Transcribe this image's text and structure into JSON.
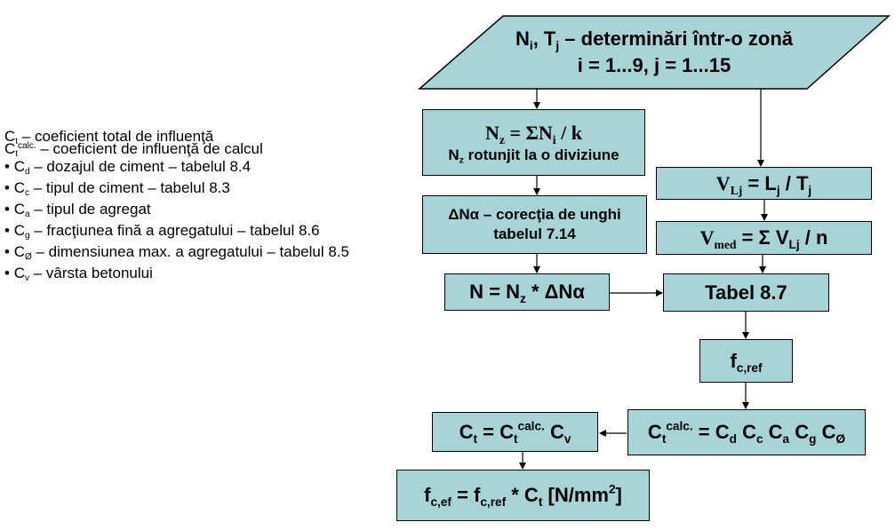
{
  "legend": {
    "ct": {
      "sym": "C",
      "sub": "t",
      "text": " – coeficient total de influenţă"
    },
    "ctcalc": {
      "sym": "C",
      "sub": "t",
      "sup": "calc.",
      "text": " – coeficient de influenţă de calcul"
    },
    "items": [
      {
        "bullet": "• ",
        "sym": "C",
        "sub": "d",
        "text": " – dozajul de ciment – tabelul 8.4"
      },
      {
        "bullet": "• ",
        "sym": "C",
        "sub": "c",
        "text": " – tipul de ciment – tabelul 8.3"
      },
      {
        "bullet": "• ",
        "sym": "C",
        "sub": "a",
        "text": " – tipul de agregat"
      },
      {
        "bullet": "• ",
        "sym": "C",
        "sub": "g",
        "text": " – fracţiunea fină a agregatului – tabelul 8.6"
      },
      {
        "bullet": "• ",
        "sym": "C",
        "sub": "Ø",
        "text": " – dimensiunea max. a agregatului – tabelul 8.5"
      },
      {
        "bullet": "• ",
        "sym": "C",
        "sub": "v",
        "text": " – vârsta betonului"
      }
    ]
  },
  "nodes": {
    "start": {
      "n": "N",
      "n_sub": "i",
      "sep": ", ",
      "t": "T",
      "t_sub": "j",
      "rest": " – determinări într-o zonă",
      "line2": "i = 1...9, j = 1...15"
    },
    "nz": {
      "lhs": "N",
      "lhs_sub": "z",
      "eq": " = ΣN",
      "i_sub": "i",
      "div": " / k",
      "line2_a": "N",
      "line2_sub": "z",
      "line2_b": " rotunjit la o diviziune"
    },
    "dn": {
      "line1": "ΔNα – corecţia de unghi",
      "line2": "tabelul 7.14"
    },
    "n": {
      "a": "N = N",
      "sub": "z",
      "b": " * ΔNα"
    },
    "vlj": {
      "a": "V",
      "a_sub": "Lj",
      "b": " = L",
      "b_sub": "j",
      "c": " / T",
      "c_sub": "j"
    },
    "vmed": {
      "a": "V",
      "a_sub": "med",
      "b": " = Σ V",
      "b_sub": "Lj",
      "c": " / n"
    },
    "tabel": {
      "label": "Tabel 8.7"
    },
    "fcref": {
      "a": "f",
      "a_sub": "c,ref"
    },
    "ctcalc": {
      "a": "C",
      "a_sub": "t",
      "a_sup": "calc.",
      "b": " = C",
      "b_sub": "d",
      "c": " C",
      "c_sub": "c",
      "d": " C",
      "d_sub": "a",
      "e": " C",
      "e_sub": "g",
      "f": " C",
      "f_sub": "Ø"
    },
    "ct": {
      "a": "C",
      "a_sub": "t",
      "b": " = C",
      "b_sub": "t",
      "b_sup": "calc.",
      "c": " C",
      "c_sub": "v"
    },
    "fcef": {
      "a": "f",
      "a_sub": "c,ef",
      "b": " = f",
      "b_sub": "c,ref",
      "c": " * C",
      "c_sub": "t",
      "d": " [N/mm",
      "d_sup": "2",
      "e": "]"
    }
  },
  "colors": {
    "box_fill": "#a8d4d8",
    "stroke": "#000000"
  }
}
